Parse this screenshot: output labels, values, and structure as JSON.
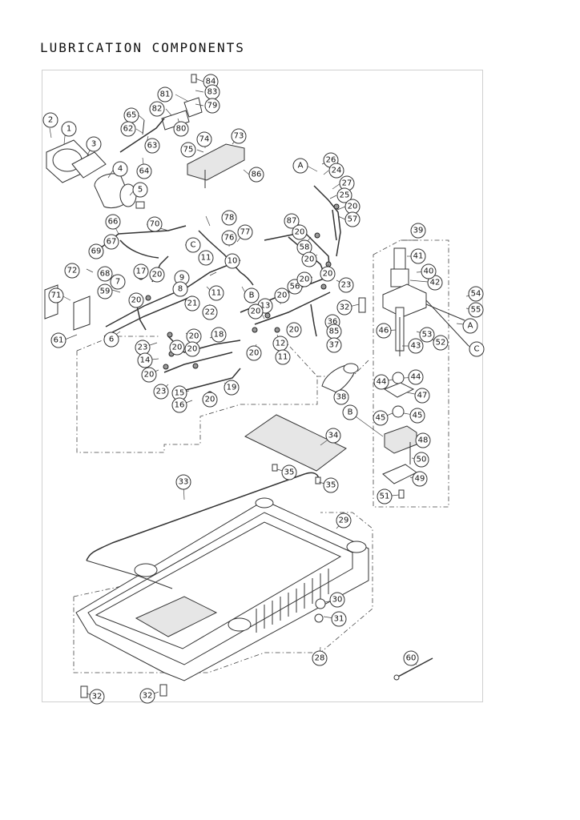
{
  "page": {
    "title": "LUBRICATION COMPONENTS"
  },
  "callouts": [
    {
      "label": "84"
    },
    {
      "label": "83"
    },
    {
      "label": "81"
    },
    {
      "label": "82"
    },
    {
      "label": "79"
    },
    {
      "label": "80"
    },
    {
      "label": "65"
    },
    {
      "label": "62"
    },
    {
      "label": "63"
    },
    {
      "label": "64"
    },
    {
      "label": "2"
    },
    {
      "label": "1"
    },
    {
      "label": "3"
    },
    {
      "label": "4"
    },
    {
      "label": "5"
    },
    {
      "label": "74"
    },
    {
      "label": "73"
    },
    {
      "label": "75"
    },
    {
      "label": "86"
    },
    {
      "label": "A"
    },
    {
      "label": "26"
    },
    {
      "label": "24"
    },
    {
      "label": "27"
    },
    {
      "label": "25"
    },
    {
      "label": "20"
    },
    {
      "label": "57"
    },
    {
      "label": "66"
    },
    {
      "label": "70"
    },
    {
      "label": "C"
    },
    {
      "label": "67"
    },
    {
      "label": "69"
    },
    {
      "label": "72"
    },
    {
      "label": "68"
    },
    {
      "label": "71"
    },
    {
      "label": "7"
    },
    {
      "label": "59"
    },
    {
      "label": "61"
    },
    {
      "label": "6"
    },
    {
      "label": "17"
    },
    {
      "label": "20"
    },
    {
      "label": "9"
    },
    {
      "label": "8"
    },
    {
      "label": "20"
    },
    {
      "label": "78"
    },
    {
      "label": "76"
    },
    {
      "label": "77"
    },
    {
      "label": "10"
    },
    {
      "label": "11"
    },
    {
      "label": "11"
    },
    {
      "label": "B"
    },
    {
      "label": "21"
    },
    {
      "label": "22"
    },
    {
      "label": "87"
    },
    {
      "label": "20"
    },
    {
      "label": "58"
    },
    {
      "label": "20"
    },
    {
      "label": "20"
    },
    {
      "label": "23"
    },
    {
      "label": "56"
    },
    {
      "label": "20"
    },
    {
      "label": "13"
    },
    {
      "label": "20"
    },
    {
      "label": "20"
    },
    {
      "label": "20"
    },
    {
      "label": "12"
    },
    {
      "label": "20"
    },
    {
      "label": "11"
    },
    {
      "label": "32"
    },
    {
      "label": "36"
    },
    {
      "label": "85"
    },
    {
      "label": "37"
    },
    {
      "label": "23"
    },
    {
      "label": "14"
    },
    {
      "label": "20"
    },
    {
      "label": "20"
    },
    {
      "label": "20"
    },
    {
      "label": "18"
    },
    {
      "label": "20"
    },
    {
      "label": "23"
    },
    {
      "label": "15"
    },
    {
      "label": "16"
    },
    {
      "label": "20"
    },
    {
      "label": "19"
    },
    {
      "label": "39"
    },
    {
      "label": "41"
    },
    {
      "label": "42"
    },
    {
      "label": "40"
    },
    {
      "label": "54"
    },
    {
      "label": "55"
    },
    {
      "label": "A"
    },
    {
      "label": "46"
    },
    {
      "label": "53"
    },
    {
      "label": "52"
    },
    {
      "label": "43"
    },
    {
      "label": "C"
    },
    {
      "label": "44"
    },
    {
      "label": "44"
    },
    {
      "label": "47"
    },
    {
      "label": "45"
    },
    {
      "label": "45"
    },
    {
      "label": "B"
    },
    {
      "label": "48"
    },
    {
      "label": "50"
    },
    {
      "label": "49"
    },
    {
      "label": "51"
    },
    {
      "label": "38"
    },
    {
      "label": "34"
    },
    {
      "label": "35"
    },
    {
      "label": "35"
    },
    {
      "label": "33"
    },
    {
      "label": "29"
    },
    {
      "label": "30"
    },
    {
      "label": "31"
    },
    {
      "label": "28"
    },
    {
      "label": "60"
    },
    {
      "label": "32"
    },
    {
      "label": "32"
    }
  ]
}
